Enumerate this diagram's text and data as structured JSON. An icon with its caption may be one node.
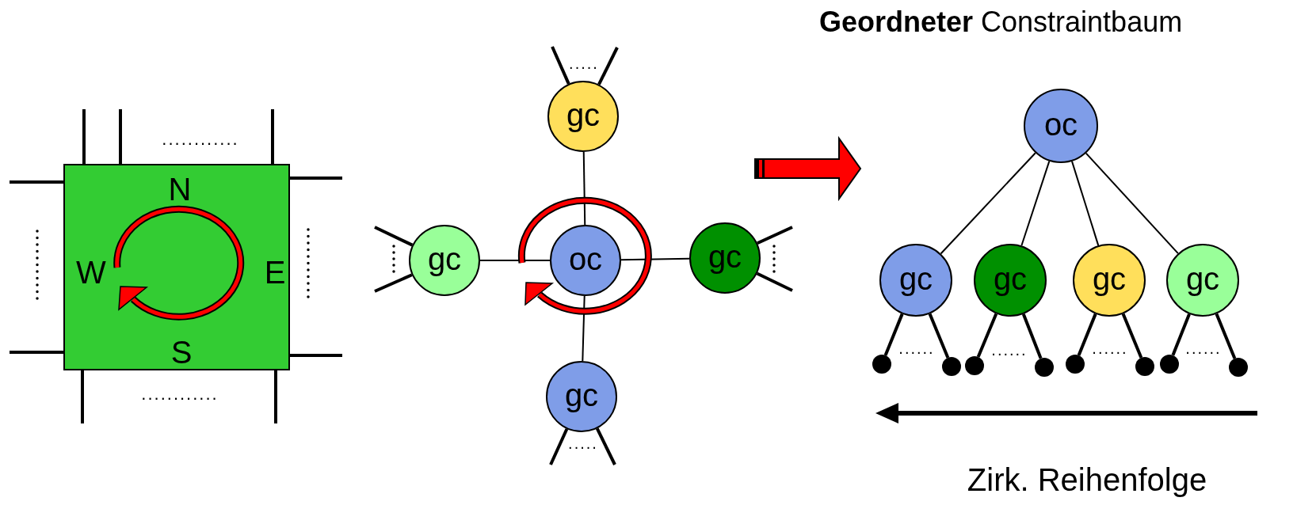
{
  "diagram": {
    "title": "**Geordneter** Constraintbaum",
    "nodes": [
      {
        "text": [
          "N",
          "W",
          "E",
          "S"
        ]
      },
      {
        "text": [
          "oc"
        ]
      },
      {
        "text": [
          "gc"
        ]
      },
      {
        "text": [
          "gc"
        ]
      },
      {
        "text": [
          "gc"
        ]
      },
      {
        "text": [
          "gc"
        ]
      },
      {
        "text": [
          "oc"
        ]
      },
      {
        "text": [
          "gc"
        ]
      },
      {
        "text": [
          "gc"
        ]
      },
      {
        "text": [
          "gc"
        ]
      },
      {
        "text": [
          "gc"
        ]
      },
      {
        "text": [],
        "shape": "circle"
      },
      {
        "text": [],
        "shape": "circle"
      },
      {
        "text": [],
        "shape": "circle"
      },
      {
        "text": [],
        "shape": "circle"
      },
      {
        "text": [],
        "shape": "circle"
      },
      {
        "text": [],
        "shape": "circle"
      },
      {
        "text": [],
        "shape": "circle"
      },
      {
        "text": [],
        "shape": "circle"
      }
    ],
    "edges": [
      {
        "from": 0,
        "to": null,
        "arrow": "none"
      },
      {
        "from": 0,
        "to": null,
        "arrow": "none"
      },
      {
        "from": 0,
        "to": null,
        "arrow": "none"
      },
      {
        "from": 0,
        "to": null,
        "arrow": "none"
      },
      {
        "from": 0,
        "to": null,
        "arrow": "none"
      },
      {
        "from": 0,
        "to": null,
        "arrow": "none"
      },
      {
        "from": 0,
        "to": null,
        "arrow": "none"
      },
      {
        "from": 0,
        "to": null,
        "arrow": "none"
      },
      {
        "from": 0,
        "to": null,
        "arrow": "none"
      },
      {
        "from": 1,
        "to": 2,
        "arrow": "none"
      },
      {
        "from": 1,
        "to": 3,
        "arrow": "none"
      },
      {
        "from": 1,
        "to": 4,
        "arrow": "none"
      },
      {
        "from": 1,
        "to": 5,
        "arrow": "none"
      },
      {
        "from": 2,
        "to": null,
        "arrow": "none"
      },
      {
        "from": 2,
        "to": null,
        "arrow": "none"
      },
      {
        "from": 3,
        "to": null,
        "arrow": "none"
      },
      {
        "from": 3,
        "to": null,
        "arrow": "none"
      },
      {
        "from": 4,
        "to": null,
        "arrow": "none"
      },
      {
        "from": 4,
        "to": null,
        "arrow": "none"
      },
      {
        "from": 5,
        "to": null,
        "arrow": "none"
      },
      {
        "from": 5,
        "to": null,
        "arrow": "none"
      },
      {
        "from": 6,
        "to": 7,
        "arrow": "none"
      },
      {
        "from": 6,
        "to": 8,
        "arrow": "none"
      },
      {
        "from": 6,
        "to": 9,
        "arrow": "none"
      },
      {
        "from": 6,
        "to": 10,
        "arrow": "none"
      },
      {
        "from": 7,
        "to": 11,
        "arrow": "none"
      },
      {
        "from": 7,
        "to": 12,
        "arrow": "none"
      },
      {
        "from": 8,
        "to": 13,
        "arrow": "none"
      },
      {
        "from": 8,
        "to": 14,
        "arrow": "none"
      },
      {
        "from": 9,
        "to": 15,
        "arrow": "none"
      },
      {
        "from": 9,
        "to": 16,
        "arrow": "none"
      },
      {
        "from": 10,
        "to": 17,
        "arrow": "none"
      },
      {
        "from": 10,
        "to": 18,
        "arrow": "none"
      }
    ],
    "labels": [
      "............",
      "............",
      ".....",
      ".....",
      "......",
      "......",
      "......",
      "......",
      "Zirk. Reihenfolge"
    ]
  }
}
